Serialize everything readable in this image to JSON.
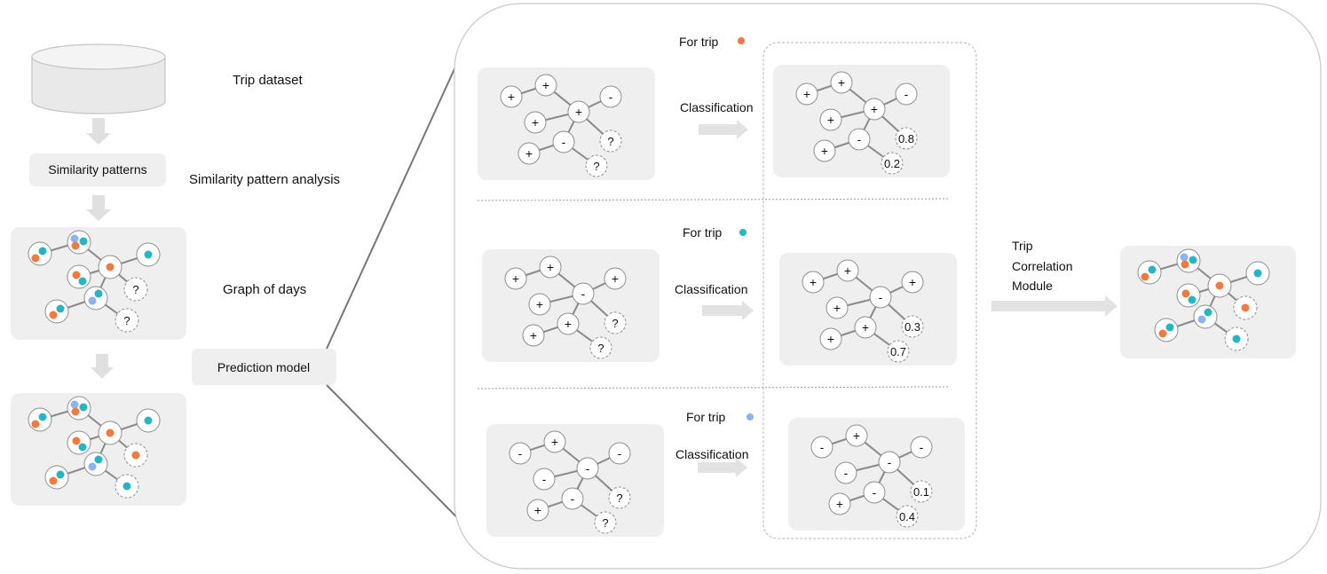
{
  "labels": {
    "dataset_box": "",
    "dataset_step": "Trip dataset",
    "similarity_box": "Similarity patterns",
    "similarity_step": "Similarity pattern analysis",
    "graph_step": "Graph of days",
    "prediction_box": "Prediction model",
    "output_module": [
      "Trip",
      "Correlation",
      "Module"
    ]
  },
  "panels": [
    {
      "for_trip_label": "For trip",
      "trip_color": "#f07a40",
      "classification_label": "Classification",
      "input_nodes": [
        "+",
        "+",
        "+",
        "+",
        "-",
        "-",
        "+",
        "?",
        "?"
      ],
      "output_nodes": [
        "+",
        "+",
        "+",
        "+",
        "-",
        "-",
        "+",
        "0.8",
        "0.2"
      ]
    },
    {
      "for_trip_label": "For trip",
      "trip_color": "#26b5c4",
      "classification_label": "Classification",
      "input_nodes": [
        "+",
        "+",
        "+",
        "-",
        "+",
        "+",
        "+",
        "?",
        "?"
      ],
      "output_nodes": [
        "+",
        "+",
        "+",
        "-",
        "+",
        "+",
        "+",
        "0.3",
        "0.7"
      ]
    },
    {
      "for_trip_label": "For trip",
      "trip_color": "#8ab4f2",
      "classification_label": "Classification",
      "input_nodes": [
        "-",
        "+",
        "-",
        "-",
        "-",
        "-",
        "+",
        "?",
        "?"
      ],
      "output_nodes": [
        "-",
        "+",
        "-",
        "-",
        "-",
        "-",
        "+",
        "0.1",
        "0.4"
      ]
    }
  ],
  "colors": {
    "orange": "#f07a40",
    "teal": "#26b5c4",
    "light_blue": "#8ab4f2",
    "box_fill": "#efefef",
    "arrow": "#e2e2e2",
    "edge": "#8a8a8a",
    "node_stroke": "#8f8f8f"
  }
}
